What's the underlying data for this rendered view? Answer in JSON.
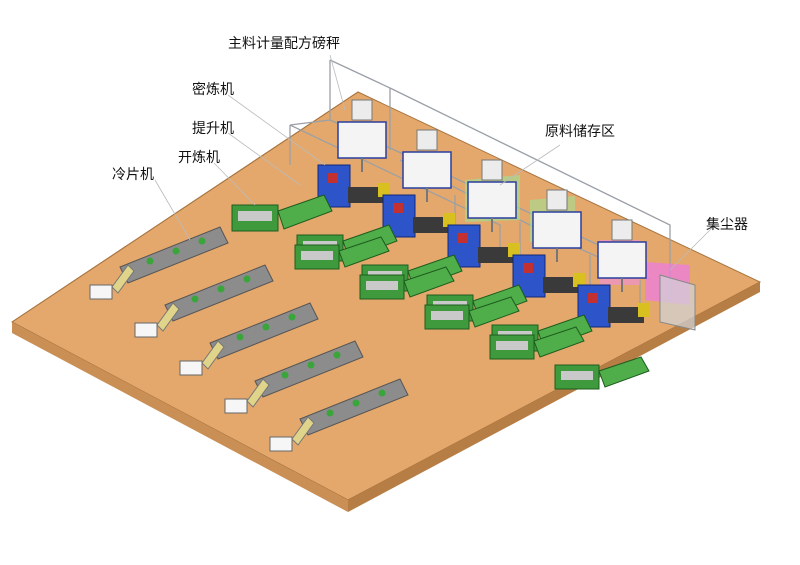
{
  "labels": {
    "weigher": "主料计量配方磅秤",
    "internal_mixer": "密炼机",
    "elevator": "提升机",
    "open_mill": "开炼机",
    "cooling_line": "冷片机",
    "storage_area": "原料储存区",
    "dust_collector": "集尘器"
  },
  "colors": {
    "floor": "#e3a66a",
    "floor_edge": "#b27a45",
    "mixer_body": "#2d54c8",
    "mill": "#3f9a3e",
    "conveyor": "#8c8c8c",
    "hopper": "#f3f3f3",
    "storage_green": "#8fe08a",
    "storage_magenta": "#ee7be8"
  }
}
